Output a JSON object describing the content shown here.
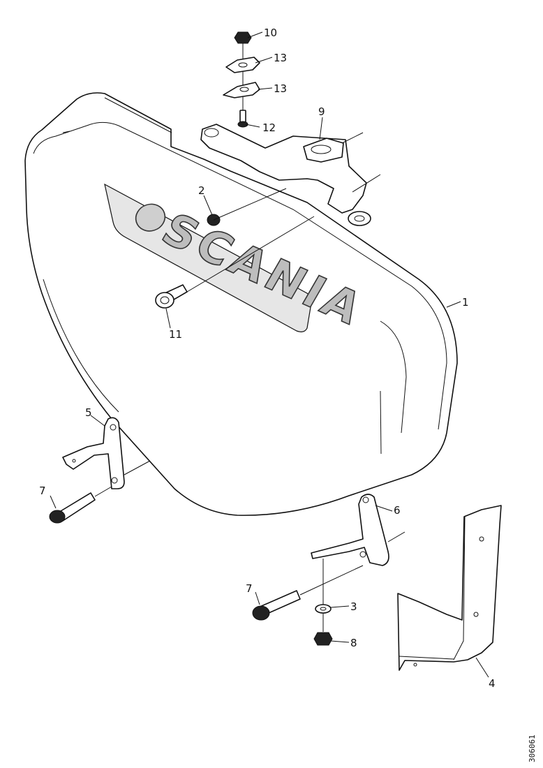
{
  "logo": {
    "text": "SCANIA"
  },
  "callouts": [
    {
      "id": "c1",
      "label": "1"
    },
    {
      "id": "c2",
      "label": "2"
    },
    {
      "id": "c3",
      "label": "3"
    },
    {
      "id": "c4",
      "label": "4"
    },
    {
      "id": "c5",
      "label": "5"
    },
    {
      "id": "c6",
      "label": "6"
    },
    {
      "id": "c7a",
      "label": "7"
    },
    {
      "id": "c7b",
      "label": "7"
    },
    {
      "id": "c8",
      "label": "8"
    },
    {
      "id": "c9",
      "label": "9"
    },
    {
      "id": "c10",
      "label": "10"
    },
    {
      "id": "c11",
      "label": "11"
    },
    {
      "id": "c12",
      "label": "12"
    },
    {
      "id": "c13a",
      "label": "13"
    },
    {
      "id": "c13b",
      "label": "13"
    }
  ],
  "drawing_code": "306061"
}
